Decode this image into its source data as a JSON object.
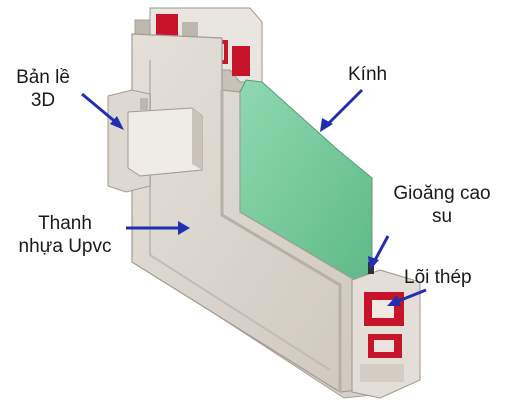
{
  "labels": {
    "hinge_line1": "Bản lề",
    "hinge_line2": "3D",
    "glass": "Kính",
    "gasket_line1": "Gioăng cao",
    "gasket_line2": "su",
    "profile_line1": "Thanh",
    "profile_line2": "nhựa Upvc",
    "steel_core": "Lõi thép"
  },
  "colors": {
    "arrow": "#1f2fb0",
    "glass": "#7fcfa2",
    "profile": "#d9d4cc",
    "steel_core": "#c8142b"
  }
}
